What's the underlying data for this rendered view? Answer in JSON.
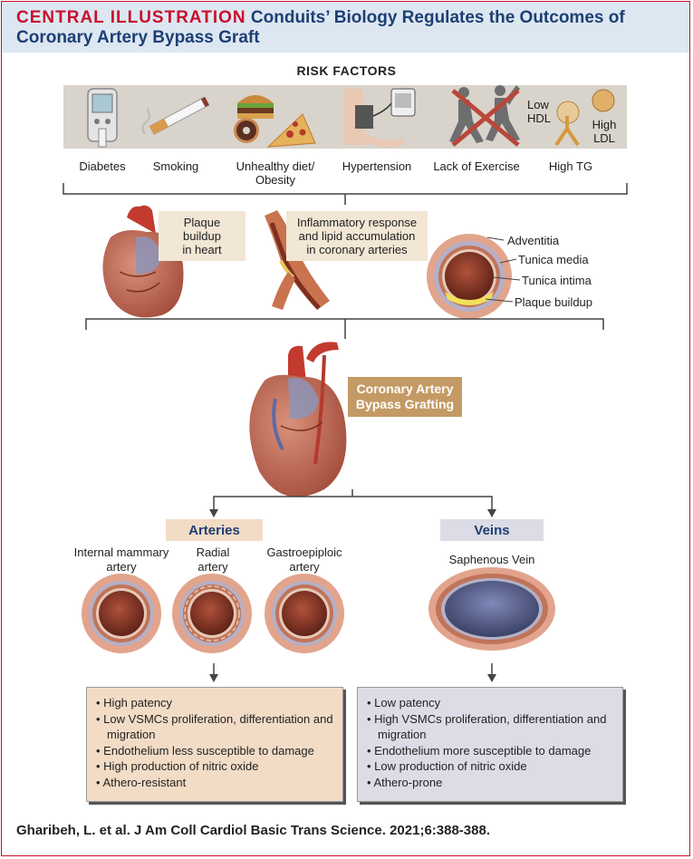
{
  "header": {
    "label": "CENTRAL ILLUSTRATION",
    "title_part1": "Conduits’ Biology Regulates the Outcomes of",
    "title_part2": "Coronary Artery Bypass Graft"
  },
  "risk_factors": {
    "title": "RISK FACTORS",
    "items": [
      {
        "label": "Diabetes",
        "icon": "glucometer-icon"
      },
      {
        "label": "Smoking",
        "icon": "cigarette-icon"
      },
      {
        "label": "Unhealthy diet/\nObesity",
        "icon": "junk-food-icon"
      },
      {
        "label": "Hypertension",
        "icon": "blood-pressure-monitor-icon"
      },
      {
        "label": "Lack of Exercise",
        "icon": "crossed-out-runner-icon"
      },
      {
        "label": "High TG",
        "icon": "lipid-particle-icon"
      }
    ],
    "lipid_labels": {
      "low_hdl": "Low\nHDL",
      "high_ldl": "High\nLDL"
    }
  },
  "pathology": {
    "plaque_heart": "Plaque buildup\nin heart",
    "inflammation": "Inflammatory response\nand lipid accumulation\nin coronary arteries",
    "vessel_layers": [
      "Adventitia",
      "Tunica media",
      "Tunica intima",
      "Plaque buildup"
    ]
  },
  "cabg": {
    "label": "Coronary Artery\nBypass Grafting"
  },
  "arteries": {
    "title": "Arteries",
    "types": [
      "Internal mammary\nartery",
      "Radial\nartery",
      "Gastroepiploic\nartery"
    ],
    "bullets": [
      "High patency",
      "Low VSMCs proliferation, differentiation and migration",
      "Endothelium less susceptible to damage",
      "High production of nitric oxide",
      "Athero-resistant"
    ]
  },
  "veins": {
    "title": "Veins",
    "types": [
      "Saphenous Vein"
    ],
    "bullets": [
      "Low patency",
      "High VSMCs proliferation, differentiation and migration",
      "Endothelium more susceptible to damage",
      "Low production of nitric oxide",
      "Athero-prone"
    ]
  },
  "colors": {
    "accent_red": "#c8102e",
    "title_blue": "#1e3f73",
    "header_bg": "#dde7f2",
    "artery_box": "#f2dcc6",
    "vein_box": "#dcdce6",
    "cabg_tan": "#c49a64"
  },
  "citation": "Gharibeh, L. et al. J Am Coll Cardiol Basic Trans Science. 2021;6:388-388."
}
